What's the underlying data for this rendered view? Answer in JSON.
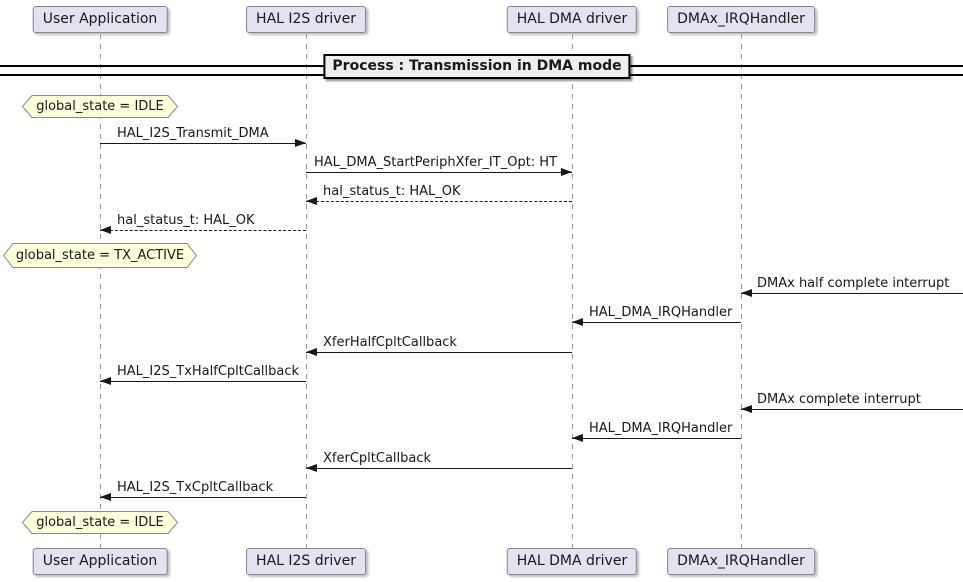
{
  "diagram": {
    "divider_title": "Process : Transmission in DMA mode",
    "participants": [
      {
        "label": "User Application"
      },
      {
        "label": "HAL I2S driver"
      },
      {
        "label": "HAL DMA driver"
      },
      {
        "label": "DMAx_IRQHandler"
      }
    ],
    "notes": [
      {
        "text": "global_state = IDLE",
        "over": "User Application"
      },
      {
        "text": "global_state = TX_ACTIVE",
        "over": "User Application"
      },
      {
        "text": "global_state = IDLE",
        "over": "User Application"
      }
    ],
    "messages": [
      {
        "label": "HAL_I2S_Transmit_DMA",
        "from": "User Application",
        "to": "HAL I2S driver",
        "style": "solid"
      },
      {
        "label": "HAL_DMA_StartPeriphXfer_IT_Opt: HT",
        "from": "HAL I2S driver",
        "to": "HAL DMA driver",
        "style": "solid"
      },
      {
        "label": "hal_status_t: HAL_OK",
        "from": "HAL DMA driver",
        "to": "HAL I2S driver",
        "style": "dashed"
      },
      {
        "label": "hal_status_t: HAL_OK",
        "from": "HAL I2S driver",
        "to": "User Application",
        "style": "dashed"
      },
      {
        "label": "DMAx half complete interrupt",
        "from": "external-right",
        "to": "DMAx_IRQHandler",
        "style": "solid"
      },
      {
        "label": "HAL_DMA_IRQHandler",
        "from": "DMAx_IRQHandler",
        "to": "HAL DMA driver",
        "style": "solid"
      },
      {
        "label": "XferHalfCpltCallback",
        "from": "HAL DMA driver",
        "to": "HAL I2S driver",
        "style": "solid"
      },
      {
        "label": "HAL_I2S_TxHalfCpltCallback",
        "from": "HAL I2S driver",
        "to": "User Application",
        "style": "solid"
      },
      {
        "label": "DMAx complete interrupt",
        "from": "external-right",
        "to": "DMAx_IRQHandler",
        "style": "solid"
      },
      {
        "label": "HAL_DMA_IRQHandler",
        "from": "DMAx_IRQHandler",
        "to": "HAL DMA driver",
        "style": "solid"
      },
      {
        "label": "XferCpltCallback",
        "from": "HAL DMA driver",
        "to": "HAL I2S driver",
        "style": "solid"
      },
      {
        "label": "HAL_I2S_TxCpltCallback",
        "from": "HAL I2S driver",
        "to": "User Application",
        "style": "solid"
      }
    ],
    "colors": {
      "participant_fill": "#E2E2F0",
      "participant_border": "#888888",
      "note_fill": "#FEFFDD",
      "note_border": "#888888",
      "divider_fill": "#EEEEEE",
      "line_color": "#181818",
      "lifeline_color": "#999999"
    }
  }
}
